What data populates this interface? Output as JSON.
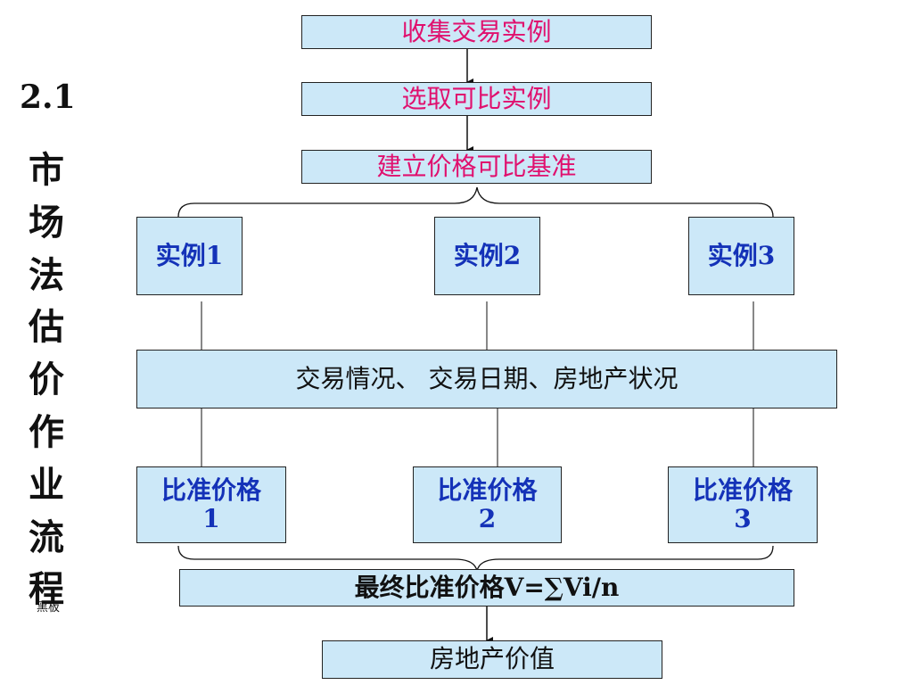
{
  "side": {
    "number": "2.1",
    "title": "市场法估价作业流程",
    "note": "黑板"
  },
  "flow": {
    "collect": "收集交易实例",
    "select": "选取可比实例",
    "establish": "建立价格可比基准",
    "examples": [
      "实例1",
      "实例2",
      "实例3"
    ],
    "adjustments": "交易情况、 交易日期、房地产状况",
    "comparable_prices": [
      {
        "label": "比准价格",
        "num": "1"
      },
      {
        "label": "比准价格",
        "num": "2"
      },
      {
        "label": "比准价格",
        "num": "3"
      }
    ],
    "final": "最终比准价格V=∑Vi/n",
    "value": "房地产价值"
  },
  "colors": {
    "box_fill": "#cce8f8",
    "pink_text": "#e0106e",
    "blue_text": "#1432b8"
  }
}
